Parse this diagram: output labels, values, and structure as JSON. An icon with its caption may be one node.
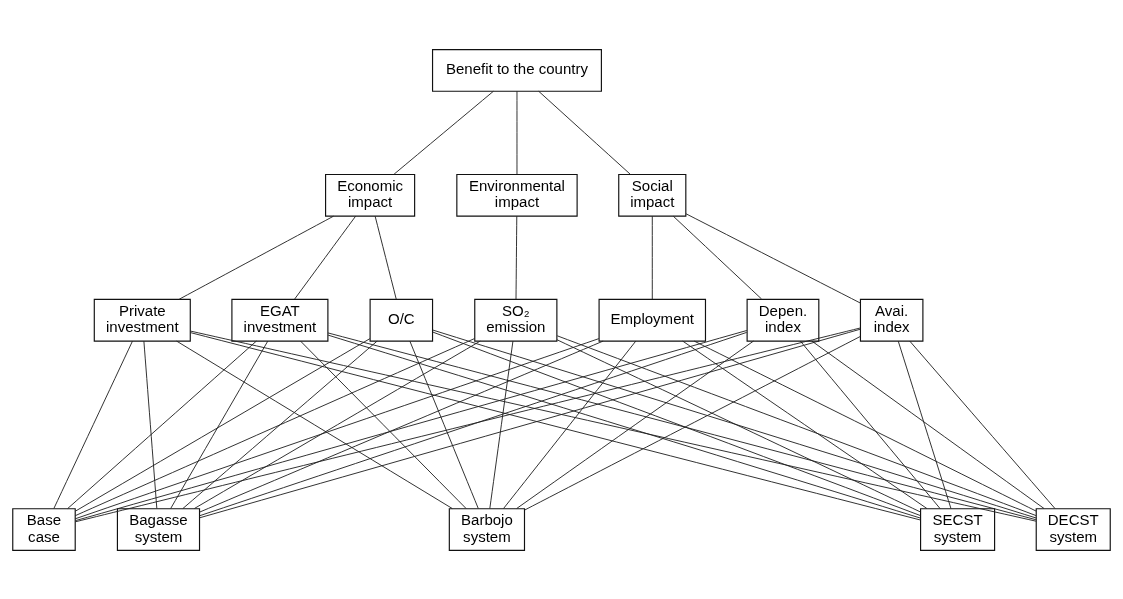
{
  "diagram": {
    "nodes": [
      {
        "text": [
          "Benefit to the country"
        ]
      },
      {
        "text": [
          "Economic impact"
        ]
      },
      {
        "text": [
          "Environmental impact"
        ]
      },
      {
        "text": [
          "Social impact"
        ]
      },
      {
        "text": [
          "Private investment"
        ]
      },
      {
        "text": [
          "EGAT investment"
        ]
      },
      {
        "text": [
          "O/C"
        ]
      },
      {
        "text": [
          "SO₂ emission"
        ]
      },
      {
        "text": [
          "Employment"
        ]
      },
      {
        "text": [
          "Depen. index"
        ]
      },
      {
        "text": [
          "Avai. index"
        ]
      },
      {
        "text": [
          "Base case"
        ]
      },
      {
        "text": [
          "Bagasse system"
        ]
      },
      {
        "text": [
          "Barbojo system"
        ]
      },
      {
        "text": [
          "SECST system"
        ]
      },
      {
        "text": [
          "DECST system"
        ]
      }
    ],
    "edges": [
      {
        "from": 0,
        "to": 1,
        "arrow": "none"
      },
      {
        "from": 0,
        "to": 2,
        "arrow": "none"
      },
      {
        "from": 0,
        "to": 3,
        "arrow": "none"
      },
      {
        "from": 1,
        "to": 4,
        "arrow": "none"
      },
      {
        "from": 1,
        "to": 5,
        "arrow": "none"
      },
      {
        "from": 1,
        "to": 6,
        "arrow": "none"
      },
      {
        "from": 2,
        "to": 7,
        "arrow": "none"
      },
      {
        "from": 3,
        "to": 8,
        "arrow": "none"
      },
      {
        "from": 3,
        "to": 9,
        "arrow": "none"
      },
      {
        "from": 3,
        "to": 10,
        "arrow": "none"
      },
      {
        "from": 4,
        "to": 11,
        "arrow": "none"
      },
      {
        "from": 4,
        "to": 12,
        "arrow": "none"
      },
      {
        "from": 4,
        "to": 13,
        "arrow": "none"
      },
      {
        "from": 4,
        "to": 14,
        "arrow": "none"
      },
      {
        "from": 4,
        "to": 15,
        "arrow": "none"
      },
      {
        "from": 5,
        "to": 11,
        "arrow": "none"
      },
      {
        "from": 5,
        "to": 12,
        "arrow": "none"
      },
      {
        "from": 5,
        "to": 13,
        "arrow": "none"
      },
      {
        "from": 5,
        "to": 14,
        "arrow": "none"
      },
      {
        "from": 5,
        "to": 15,
        "arrow": "none"
      },
      {
        "from": 6,
        "to": 11,
        "arrow": "none"
      },
      {
        "from": 6,
        "to": 12,
        "arrow": "none"
      },
      {
        "from": 6,
        "to": 13,
        "arrow": "none"
      },
      {
        "from": 6,
        "to": 14,
        "arrow": "none"
      },
      {
        "from": 6,
        "to": 15,
        "arrow": "none"
      },
      {
        "from": 7,
        "to": 11,
        "arrow": "none"
      },
      {
        "from": 7,
        "to": 12,
        "arrow": "none"
      },
      {
        "from": 7,
        "to": 13,
        "arrow": "none"
      },
      {
        "from": 7,
        "to": 14,
        "arrow": "none"
      },
      {
        "from": 7,
        "to": 15,
        "arrow": "none"
      },
      {
        "from": 8,
        "to": 11,
        "arrow": "none"
      },
      {
        "from": 8,
        "to": 12,
        "arrow": "none"
      },
      {
        "from": 8,
        "to": 13,
        "arrow": "none"
      },
      {
        "from": 8,
        "to": 14,
        "arrow": "none"
      },
      {
        "from": 8,
        "to": 15,
        "arrow": "none"
      },
      {
        "from": 9,
        "to": 11,
        "arrow": "none"
      },
      {
        "from": 9,
        "to": 12,
        "arrow": "none"
      },
      {
        "from": 9,
        "to": 13,
        "arrow": "none"
      },
      {
        "from": 9,
        "to": 14,
        "arrow": "none"
      },
      {
        "from": 9,
        "to": 15,
        "arrow": "none"
      },
      {
        "from": 10,
        "to": 11,
        "arrow": "none"
      },
      {
        "from": 10,
        "to": 12,
        "arrow": "none"
      },
      {
        "from": 10,
        "to": 13,
        "arrow": "none"
      },
      {
        "from": 10,
        "to": 14,
        "arrow": "none"
      },
      {
        "from": 10,
        "to": 15,
        "arrow": "none"
      }
    ]
  }
}
